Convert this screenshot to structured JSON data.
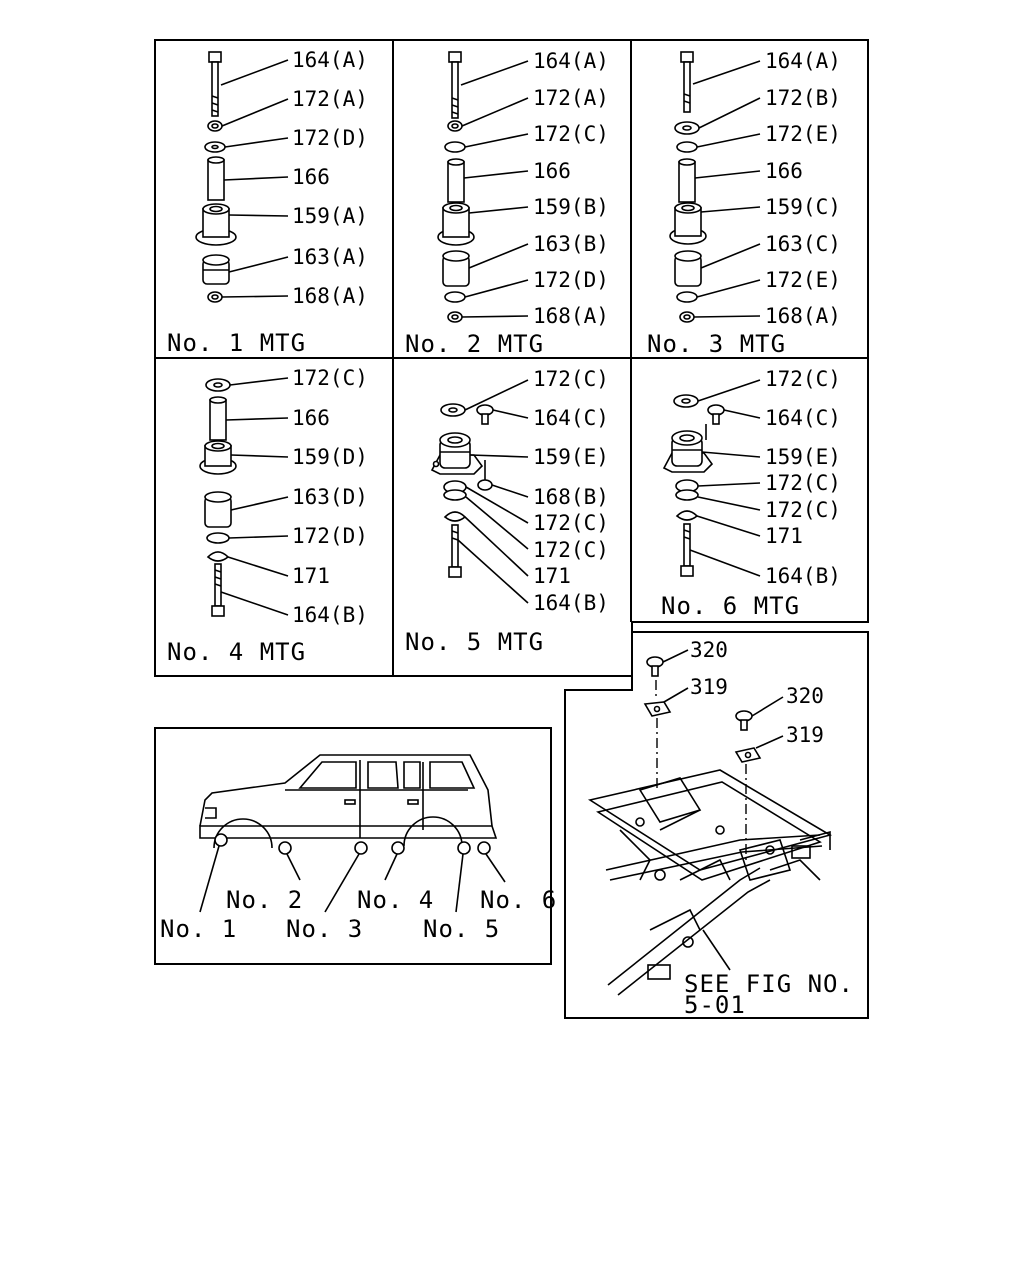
{
  "panels": [
    {
      "id": "mtg1",
      "title": "No. 1  MTG",
      "labels": [
        "164(A)",
        "172(A)",
        "172(D)",
        "166",
        "159(A)",
        "163(A)",
        "168(A)"
      ]
    },
    {
      "id": "mtg2",
      "title": "No. 2  MTG",
      "labels": [
        "164(A)",
        "172(A)",
        "172(C)",
        "166",
        "159(B)",
        "163(B)",
        "172(D)",
        "168(A)"
      ]
    },
    {
      "id": "mtg3",
      "title": "No. 3  MTG",
      "labels": [
        "164(A)",
        "172(B)",
        "172(E)",
        "166",
        "159(C)",
        "163(C)",
        "172(E)",
        "168(A)"
      ]
    },
    {
      "id": "mtg4",
      "title": "No. 4  MTG",
      "labels": [
        "172(C)",
        "166",
        "159(D)",
        "163(D)",
        "172(D)",
        "171",
        "164(B)"
      ]
    },
    {
      "id": "mtg5",
      "title": "No. 5  MTG",
      "labels": [
        "172(C)",
        "164(C)",
        "159(E)",
        "168(B)",
        "172(C)",
        "172(C)",
        "171",
        "164(B)"
      ]
    },
    {
      "id": "mtg6",
      "title": "No. 6  MTG",
      "labels": [
        "172(C)",
        "164(C)",
        "159(E)",
        "172(C)",
        "172(C)",
        "171",
        "164(B)"
      ]
    }
  ],
  "vehicle": {
    "positions": [
      "No. 1",
      "No. 2",
      "No. 3",
      "No. 4",
      "No. 5",
      "No. 6"
    ]
  },
  "frame": {
    "labels": [
      "320",
      "319",
      "320",
      "319"
    ],
    "reference": [
      "SEE FIG NO.",
      "5-01"
    ]
  }
}
